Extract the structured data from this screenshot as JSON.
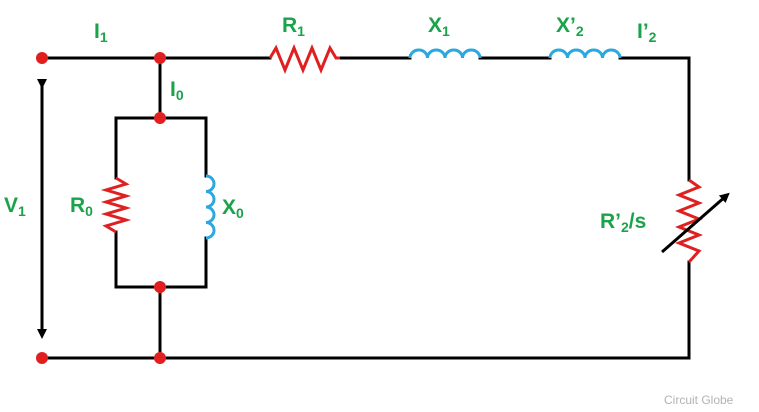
{
  "colors": {
    "wire": "#000000",
    "resistor": "#e02020",
    "inductor": "#2ca8e0",
    "label": "#1aa34a",
    "node": "#e02020",
    "credit": "#b3b3b3"
  },
  "labels": {
    "i1": {
      "main": "I",
      "sub": "1"
    },
    "i0": {
      "main": "I",
      "sub": "0"
    },
    "r1": {
      "main": "R",
      "sub": "1"
    },
    "x1": {
      "main": "X",
      "sub": "1"
    },
    "x2p": {
      "main": "X’",
      "sub": "2"
    },
    "i2p": {
      "main": "I’",
      "sub": "2"
    },
    "v1": {
      "main": "V",
      "sub": "1"
    },
    "r0": {
      "main": "R",
      "sub": "0"
    },
    "x0": {
      "main": "X",
      "sub": "0"
    },
    "r2s": {
      "main": "R’",
      "sub": "2",
      "suffix": "/s"
    }
  },
  "credit": "Circuit Globe",
  "icons": {
    "resistor": "resistor-zigzag-icon",
    "inductor": "inductor-coil-icon",
    "variable": "variable-arrow-icon",
    "node": "junction-dot-icon"
  }
}
